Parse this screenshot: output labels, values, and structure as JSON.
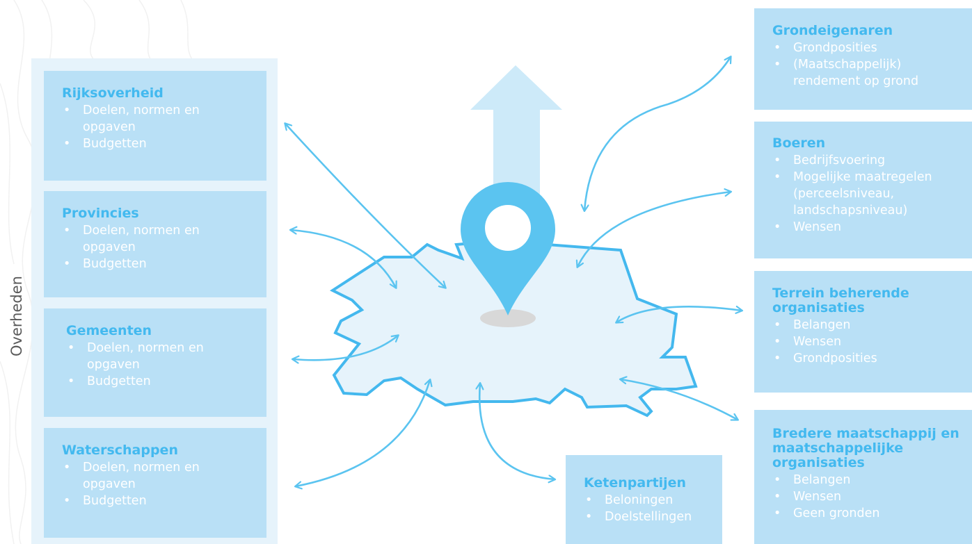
{
  "side_label": "Overheden",
  "left_boxes": [
    {
      "title": "Rijksoverheid",
      "items": [
        "Doelen, normen en opgaven",
        "Budgetten"
      ]
    },
    {
      "title": "Provincies",
      "items": [
        "Doelen, normen en opgaven",
        "Budgetten"
      ]
    },
    {
      "title": "Gemeenten",
      "items": [
        "Doelen, normen en opgaven",
        "Budgetten"
      ]
    },
    {
      "title": "Waterschappen",
      "items": [
        "Doelen, normen en opgaven",
        "Budgetten"
      ]
    }
  ],
  "right_boxes": [
    {
      "title": "Grondeigenaren",
      "items": [
        "Grondposities",
        "(Maatschappelijk) rendement op grond"
      ]
    },
    {
      "title": "Boeren",
      "items": [
        "Bedrijfsvoering",
        "Mogelijke maatregelen (perceelsniveau, landschapsniveau)",
        "Wensen"
      ]
    },
    {
      "title": "Terrein beherende organisaties",
      "items": [
        "Belangen",
        "Wensen",
        "Grondposities"
      ]
    },
    {
      "title": "Bredere maatschappij en maatschappelijke organisaties",
      "items": [
        "Belangen",
        "Wensen",
        "Geen gronden"
      ]
    }
  ],
  "bottom_box": {
    "title": "Ketenpartijen",
    "items": [
      "Beloningen",
      "Doelstellingen"
    ]
  },
  "colors": {
    "box_fill": "#b9e0f6",
    "panel_fill": "#e6f3fb",
    "title_blue": "#43b9ef",
    "arrow_blue": "#5bc4f0",
    "pin_blue": "#5bc4f0",
    "region_fill": "#e6f3fb",
    "region_stroke": "#44b8ee",
    "up_arrow": "#cdeaf9"
  },
  "icons": [
    "location-pin-icon",
    "up-arrow-icon",
    "double-headed-arrow-icon"
  ]
}
